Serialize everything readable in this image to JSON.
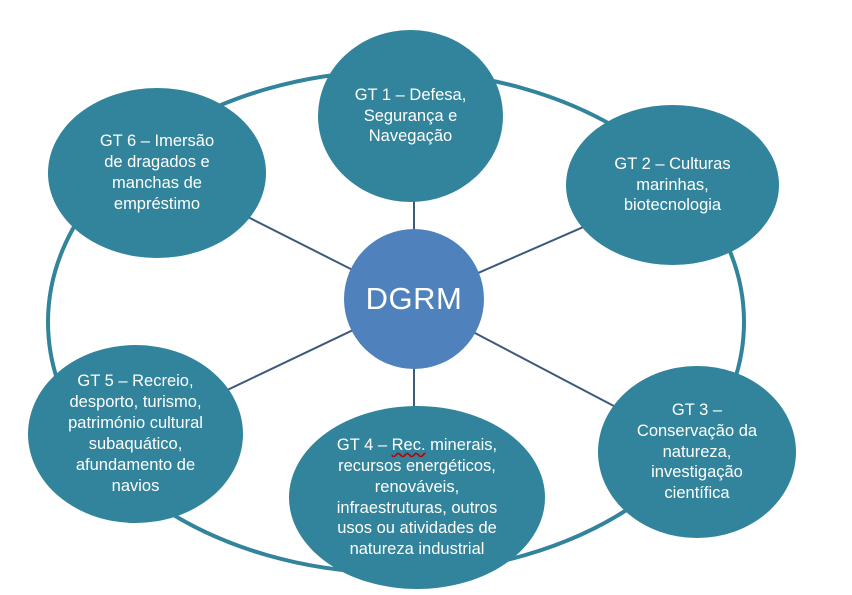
{
  "center": {
    "label": "DGRM"
  },
  "nodes": [
    {
      "id": "gt1",
      "text": "GT 1 – Defesa,\nSegurança e\nNavegação"
    },
    {
      "id": "gt2",
      "text": "GT 2 – Culturas\nmarinhas,\nbiotecnologia"
    },
    {
      "id": "gt3",
      "text": "GT 3 –\nConservação da\nnatureza,\ninvestigação\ncientífica"
    },
    {
      "id": "gt4",
      "text_prefix": "GT 4 – ",
      "text_marked": "Rec.",
      "text_rest": " minerais,\nrecursos energéticos,\nrenováveis,\ninfraestruturas, outros\nusos ou atividades de\nnatureza industrial"
    },
    {
      "id": "gt5",
      "text": "GT 5 – Recreio,\ndesporto, turismo,\npatrimónio cultural\nsubaquático,\nafundamento de\nnavios"
    },
    {
      "id": "gt6",
      "text": "GT 6 – Imersão\nde dragados e\nmanchas de\nempréstimo"
    }
  ],
  "colors": {
    "node_fill": "#31849b",
    "center_fill": "#4f81bd",
    "ring_stroke": "#31849b",
    "spoke_stroke": "#3d5a7a",
    "text": "#ffffff"
  }
}
